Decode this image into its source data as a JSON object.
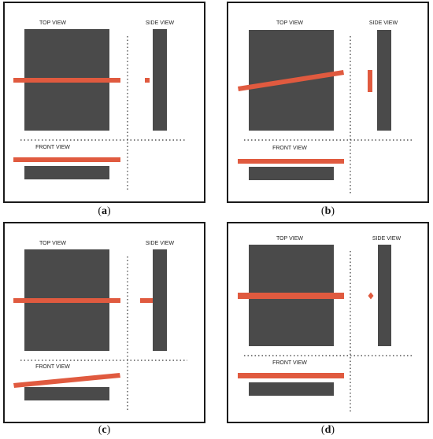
{
  "panels": [
    {
      "id": "a",
      "top_label": "TOP VIEW",
      "side_label": "SIDE VIEW",
      "front_label": "FRONT VIEW",
      "caption": "a",
      "colors": {
        "block": "#4a4a4a",
        "bar": "#e05a3f"
      }
    },
    {
      "id": "b",
      "top_label": "TOP VIEW",
      "side_label": "SIDE VIEW",
      "front_label": "FRONT VIEW",
      "caption": "b",
      "colors": {
        "block": "#4a4a4a",
        "bar": "#e05a3f"
      }
    },
    {
      "id": "c",
      "top_label": "TOP VIEW",
      "side_label": "SIDE VIEW",
      "front_label": "FRONT VIEW",
      "caption": "c",
      "colors": {
        "block": "#4a4a4a",
        "bar": "#e05a3f"
      }
    },
    {
      "id": "d",
      "top_label": "TOP VIEW",
      "side_label": "SIDE VIEW",
      "front_label": "FRONT VIEW",
      "caption": "d",
      "colors": {
        "block": "#4a4a4a",
        "bar": "#e05a3f"
      }
    }
  ]
}
